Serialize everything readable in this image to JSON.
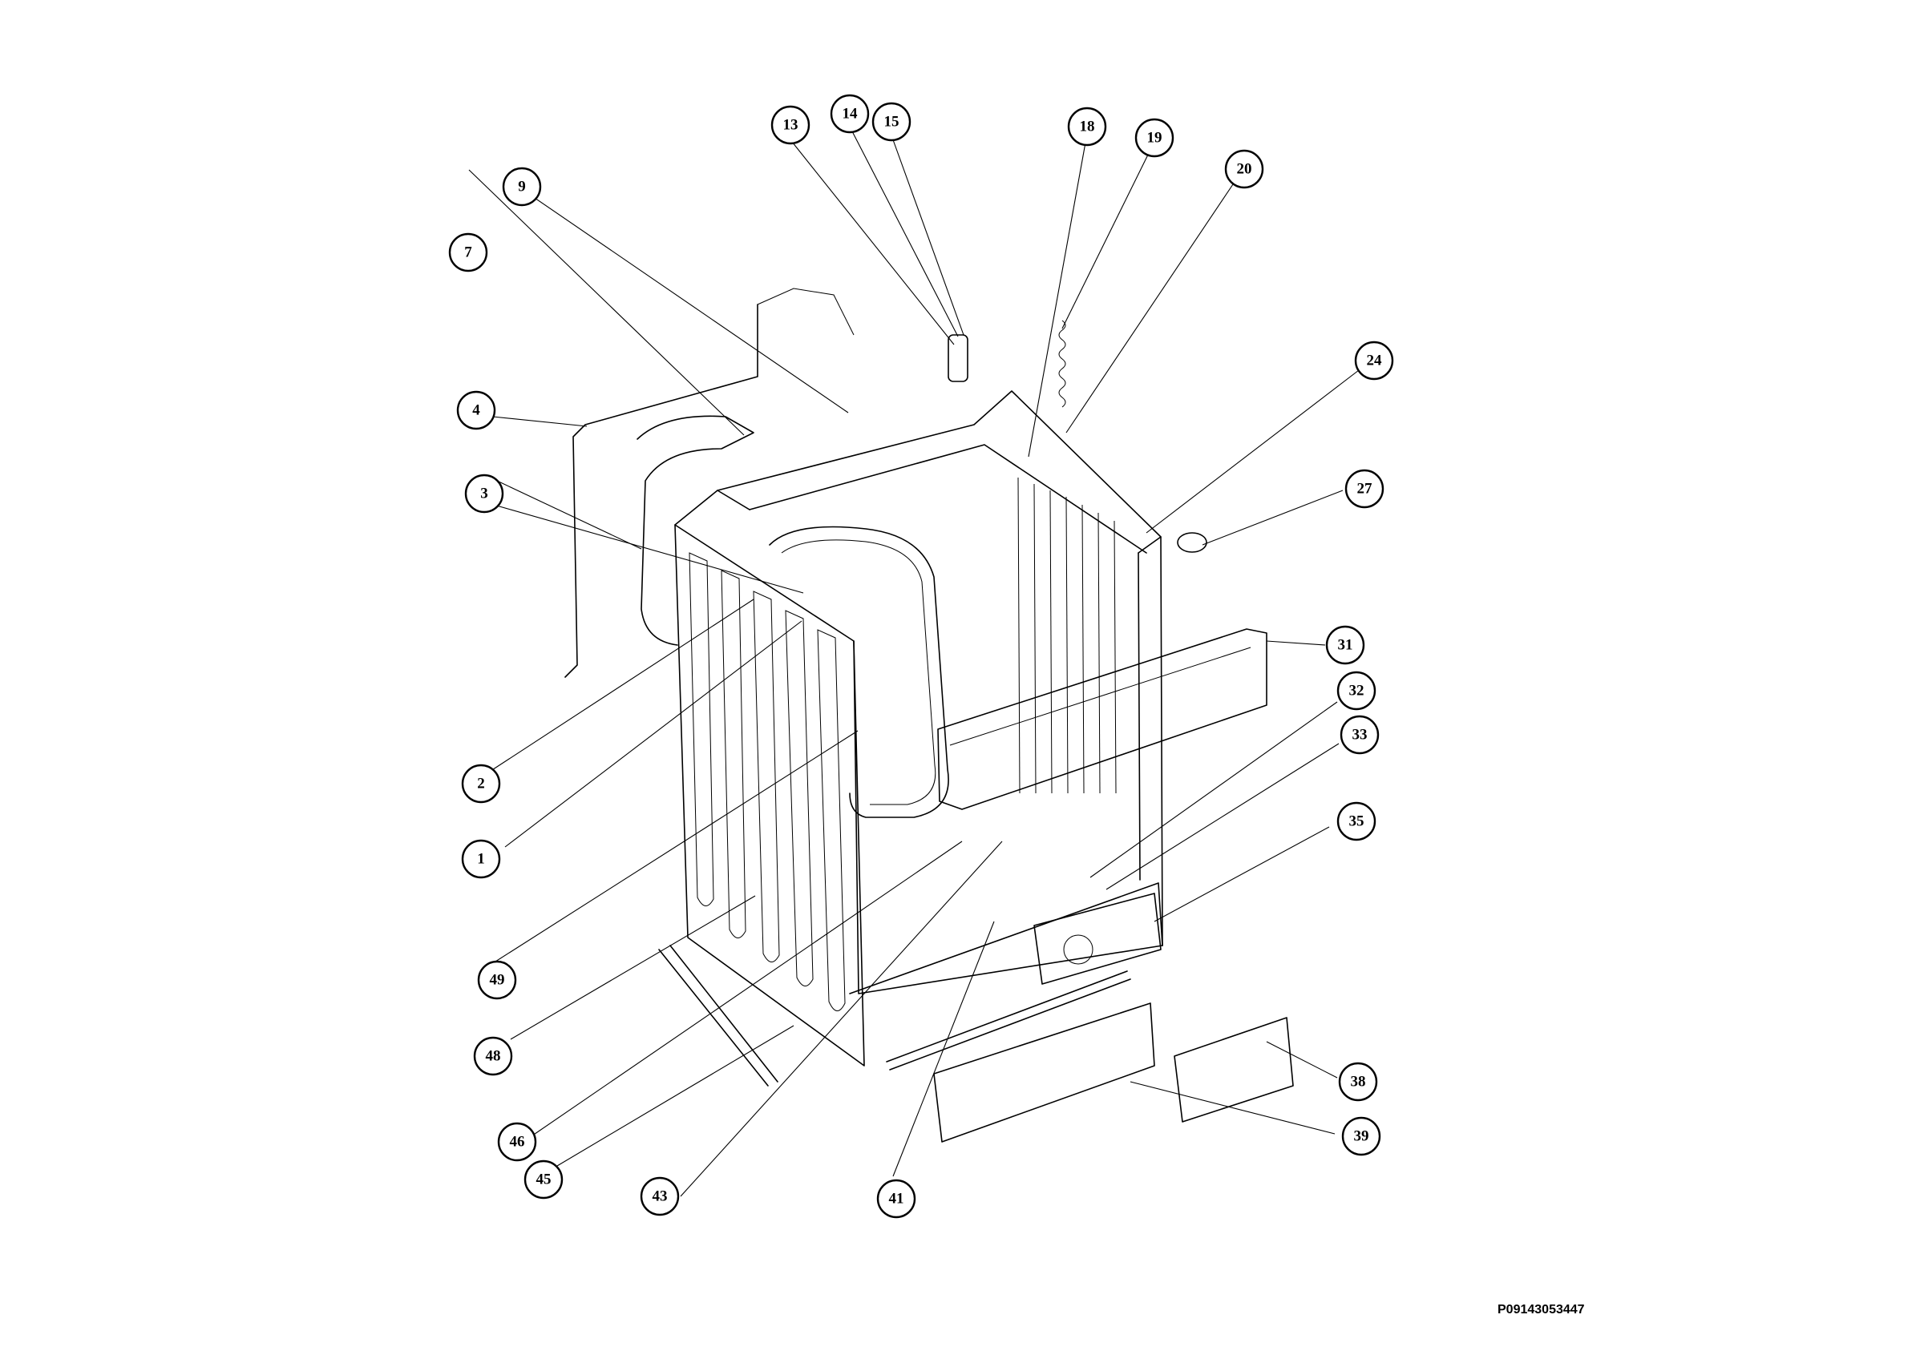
{
  "diagram": {
    "callouts": [
      {
        "id": "1",
        "label": "1"
      },
      {
        "id": "2",
        "label": "2"
      },
      {
        "id": "3",
        "label": "3"
      },
      {
        "id": "4",
        "label": "4"
      },
      {
        "id": "7",
        "label": "7"
      },
      {
        "id": "9",
        "label": "9"
      },
      {
        "id": "13",
        "label": "13"
      },
      {
        "id": "14",
        "label": "14"
      },
      {
        "id": "15",
        "label": "15"
      },
      {
        "id": "18",
        "label": "18"
      },
      {
        "id": "19",
        "label": "19"
      },
      {
        "id": "20",
        "label": "20"
      },
      {
        "id": "24",
        "label": "24"
      },
      {
        "id": "27",
        "label": "27"
      },
      {
        "id": "31",
        "label": "31"
      },
      {
        "id": "32",
        "label": "32"
      },
      {
        "id": "33",
        "label": "33"
      },
      {
        "id": "35",
        "label": "35"
      },
      {
        "id": "38",
        "label": "38"
      },
      {
        "id": "39",
        "label": "39"
      },
      {
        "id": "41",
        "label": "41"
      },
      {
        "id": "43",
        "label": "43"
      },
      {
        "id": "45",
        "label": "45"
      },
      {
        "id": "46",
        "label": "46"
      },
      {
        "id": "48",
        "label": "48"
      },
      {
        "id": "49",
        "label": "49"
      }
    ],
    "drawing_code": "P09143053447"
  }
}
